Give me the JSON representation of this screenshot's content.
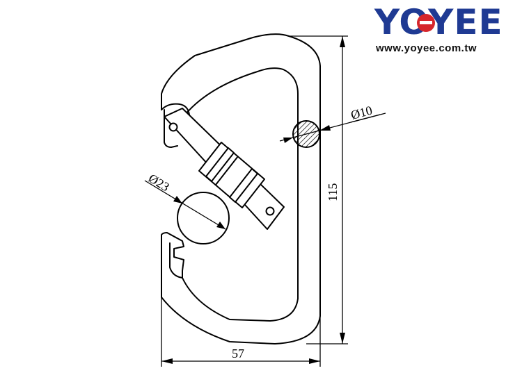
{
  "brand": {
    "name": "YOYEE",
    "website": "www.yoyee.com.tw",
    "primary_color": "#1f3a93",
    "accent_color": "#d6262c"
  },
  "dimensions": {
    "width": "57",
    "height": "115",
    "wire_diameter": "Ø10",
    "gate_opening": "Ø23"
  }
}
